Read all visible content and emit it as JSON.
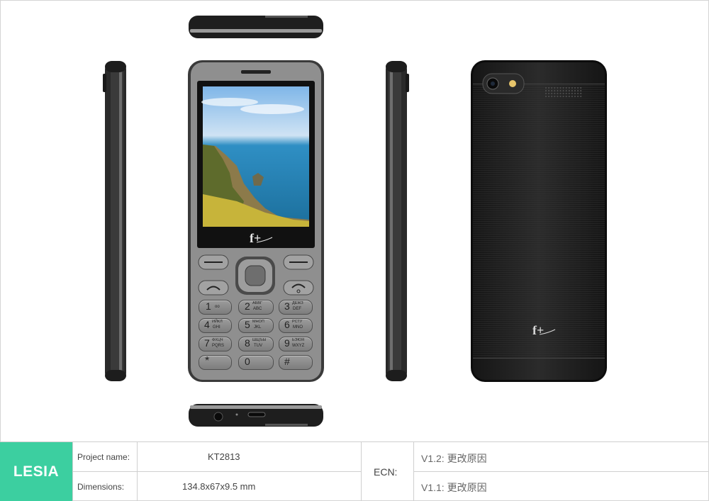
{
  "title_block": {
    "logo": "LESIA",
    "project_label": "Project name:",
    "project_value": "KT2813",
    "dimensions_label": "Dimensions:",
    "dimensions_value": "134.8x67x9.5 mm",
    "ecn_label": "ECN:",
    "revisions": [
      "V1.2: 更改原因",
      "V1.1: 更改原因"
    ]
  },
  "phone": {
    "screen_logo": "f+",
    "back_logo": "f+",
    "keys": [
      {
        "digit": "1",
        "letters": "",
        "sub": "oo"
      },
      {
        "digit": "2",
        "letters": "АБВГ",
        "sub": "ABC"
      },
      {
        "digit": "3",
        "letters": "ДЕЖЗ",
        "sub": "DEF"
      },
      {
        "digit": "4",
        "letters": "ИЙКЛ",
        "sub": "GHI"
      },
      {
        "digit": "5",
        "letters": "МНОП",
        "sub": "JKL"
      },
      {
        "digit": "6",
        "letters": "РСТУ",
        "sub": "MNO"
      },
      {
        "digit": "7",
        "letters": "ФХЦЧ",
        "sub": "PQRS"
      },
      {
        "digit": "8",
        "letters": "ШЩЪЫ",
        "sub": "TUV"
      },
      {
        "digit": "9",
        "letters": "ЬЭЮЯ",
        "sub": "WXYZ"
      },
      {
        "digit": "*",
        "letters": "",
        "sub": ""
      },
      {
        "digit": "0",
        "letters": "",
        "sub": ""
      },
      {
        "digit": "#",
        "letters": "",
        "sub": ""
      }
    ]
  },
  "colors": {
    "accent": "#3ccfa0",
    "body_gray": "#8e8e8e",
    "dark": "#1c1c1c"
  }
}
